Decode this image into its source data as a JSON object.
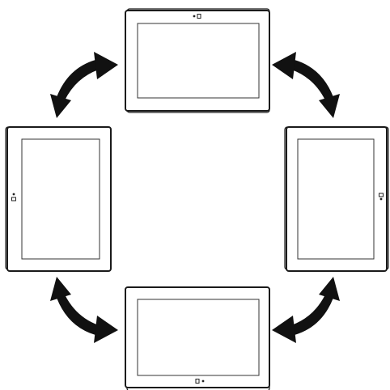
{
  "diagram": {
    "tablets": [
      {
        "orientation": "landscape",
        "camera": "top"
      },
      {
        "orientation": "portrait",
        "camera": "right"
      },
      {
        "orientation": "landscape",
        "camera": "bottom"
      },
      {
        "orientation": "portrait",
        "camera": "left"
      }
    ],
    "arrows": [
      {
        "from": "top",
        "to": "right",
        "direction": "bidirectional"
      },
      {
        "from": "right",
        "to": "bottom",
        "direction": "bidirectional"
      },
      {
        "from": "bottom",
        "to": "left",
        "direction": "bidirectional"
      },
      {
        "from": "left",
        "to": "top",
        "direction": "bidirectional"
      }
    ],
    "colors": {
      "stroke": "#1a1a1a",
      "arrow": "#111111",
      "background": "#ffffff"
    }
  }
}
